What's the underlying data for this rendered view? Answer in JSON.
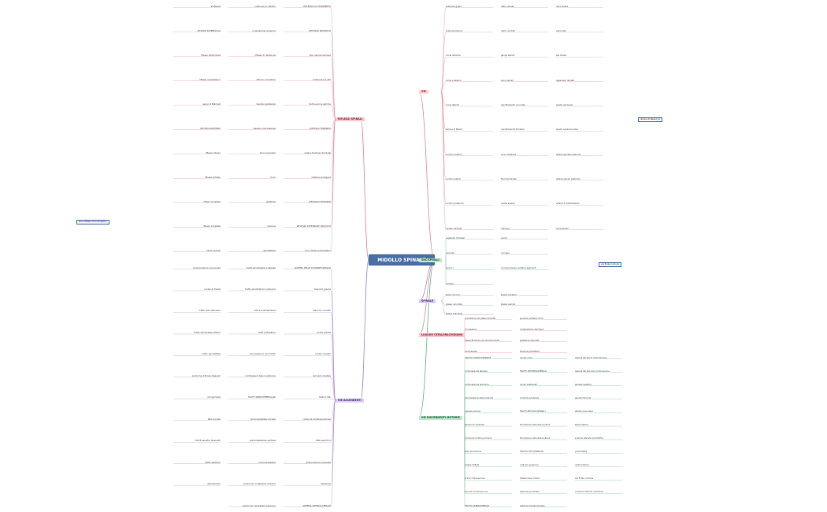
{
  "root": {
    "label": "MIDOLLO SPINALE"
  },
  "branches": {
    "top_left": "RIFLESSI SPINALI",
    "bottom_left": "VIE ASCENDENTI",
    "top_right": "VIE",
    "right_1": "SNC/SPINALI",
    "right_2": "SPINALE",
    "right_3": "LIQUIDO CEFALORACHIDIANO",
    "bottom_right": "VIE DISCENDENTI MOTORIE"
  },
  "top_left_items": [
    "RIFLESSO DA STIRAMENTO",
    "RIFLESSO MIOTATICO",
    "fuso neuromuscolare",
    "motoneurone alfa",
    "motoneurone gamma",
    "RIFLESSO TENDINEO",
    "organo tendineo del Golgi",
    "inibizione autogena",
    "RIFLESSO FLESSORIO",
    "RIFLESSO ESTENSORE CROCIATO",
    "arco riflesso polisinaptico",
    "interneuroni inibitori",
    "innervazione reciproca",
    "riflesso di retrazione",
    "stimolo nocicettivo",
    "risposta ipsilaterale",
    "risposta controlaterale",
    "tono muscolare",
    "clono",
    "spasticità",
    "ipotonia",
    "iperreflessia",
    "areflessia",
    "RIFLESSI SUPERFICIALI",
    "riflesso addominale",
    "riflesso cremasterico",
    "segno di Babinski",
    "RIFLESSI PROFONDI",
    "riflesso rotuleo",
    "riflesso achilleo",
    "riflesso bicipitale",
    "riflesso tricipitale",
    "shock spinale"
  ],
  "bottom_left_items": [
    "SISTEMA DELLE COLONNE DORSALI",
    "fascicolo gracile",
    "fascicolo cuneato",
    "nucleo gracile",
    "nucleo cuneato",
    "lemnisco mediale",
    "talamo VPL",
    "corteccia somatosensoriale",
    "tatto epicritico",
    "propriocezione cosciente",
    "vibrazione",
    "SISTEMA ANTEROLATERALE",
    "tratto spinotalamico laterale",
    "tratto spinotalamico anteriore",
    "dolore e temperatura",
    "tatto protopatico",
    "decussazione nel midollo",
    "commessura bianca anteriore",
    "TRATTI SPINOCEREBELLARI",
    "spinocerebellare dorsale",
    "spinocerebellare ventrale",
    "cuneocerebellare",
    "peduncolo cerebellare inferiore",
    "peduncolo cerebellare superiore",
    "propriocezione incosciente",
    "nucleo di Clarke",
    "tratto spinoreticolare",
    "tratto spinomesencefalico",
    "tratto spinotettale",
    "sindrome di Brown-Séquard",
    "siringomielia",
    "tabe dorsale",
    "deficit sensitivi dissociati",
    "livello sensitivo",
    "dermatomeri"
  ],
  "top_right_items": [
    "sostanza grigia",
    "sostanza bianca",
    "corna anteriori",
    "corna posteriori",
    "corna laterali",
    "lamine di Rexed",
    "cordoni anteriori",
    "cordoni laterali",
    "cordoni posteriori",
    "canale centrale",
    "radici dorsali",
    "radici ventrali",
    "gangli spinali",
    "nervi spinali",
    "rigonfiamento cervicale",
    "rigonfiamento lombare",
    "cono midollare",
    "filum terminale",
    "cauda equina",
    "meningi",
    "dura madre",
    "aracnoide",
    "pia madre",
    "legamenti dentati",
    "spazio epidurale",
    "spazio subaracnoideo",
    "arteria spinale anteriore",
    "arterie spinali posteriori",
    "arteria di Adamkiewicz",
    "vene spinali"
  ],
  "right_1_items": [
    "segmenti midollari",
    "cervicali",
    "toracici",
    "lombari",
    "sacrali",
    "coccigeo",
    "corrispondenza vertebre-segmenti"
  ],
  "right_2_items": [
    "plessi nervosi",
    "plesso cervicale",
    "plesso brachiale",
    "plesso lombare",
    "plesso sacrale"
  ],
  "right_3_items": [
    "produzione nei plessi corioidei",
    "circolazione",
    "riassorbimento nei villi aracnoidei",
    "rachicentesi",
    "puntura lombare L3-L4",
    "composizione del liquor",
    "pressione liquorale",
    "funzione protettiva"
  ],
  "bottom_right_items": [
    "TRATTO CORTICOSPINALE",
    "corticospinale laterale",
    "corticospinale anteriore",
    "decussazione delle piramidi",
    "capsula interna",
    "peduncoli cerebrali",
    "corteccia motoria primaria",
    "area premotoria",
    "cellule di Betz",
    "primo motoneurone",
    "secondo motoneurone",
    "TRATTO RUBROSPINALE",
    "nucleo rosso",
    "TRATTI VESTIBOLOSPINALI",
    "nuclei vestibolari",
    "controllo posturale",
    "TRATTI RETICOLOSPINALI",
    "formazione reticolare pontina",
    "formazione reticolare bulbare",
    "TRATTO TETTOSPINALE",
    "collicolo superiore",
    "riflessi visuo-motori",
    "sistema piramidale",
    "sistema extrapiramidale",
    "lesione del primo motoneurone",
    "lesione del secondo motoneurone",
    "paralisi spastica",
    "paralisi flaccida",
    "atrofia muscolare",
    "fascicolazioni",
    "sclerosi laterale amiotrofica",
    "poliomielite",
    "unità motoria",
    "via finale comune",
    "controllo motorio volontario"
  ],
  "callouts": {
    "left_box": "arco riflesso monosinaptico",
    "right_box": "lamine di Rexed I-X",
    "right_box2": "via finale comune"
  }
}
